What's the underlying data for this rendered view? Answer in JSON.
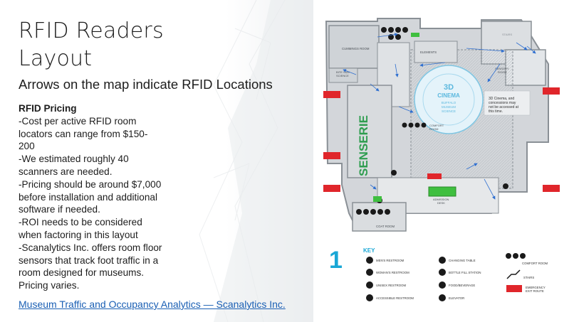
{
  "slide": {
    "title_line1": "RFID Readers",
    "title_line2": "Layout",
    "subtitle": "Arrows on the map indicate RFID Locations",
    "body_heading": "RFID Pricing",
    "body_lines": [
      "-Cost per active RFID room",
      "locators can range from $150-",
      "200",
      "-We estimated roughly 40",
      "scanners are needed.",
      "-Pricing should be around $7,000",
      "before installation and additional",
      "software if needed.",
      "-ROI needs to be considered",
      "when factoring in this layout",
      "-Scanalytics Inc. offers room floor",
      "sensors that track foot traffic in a",
      "room designed for museums.",
      "Pricing varies."
    ],
    "link_text": "Museum Traffic and Occupancy Analytics — Scanalytics Inc."
  },
  "map": {
    "rooms": {
      "cummings": "CUMMINGS ROOM",
      "bite_size_1": "BITE SIZE",
      "bite_size_2": "SCIENCE",
      "elements": "ELEMENTS",
      "cinema_1": "3D",
      "cinema_2": "CINEMA",
      "cinema_3": "BUFFALO",
      "cinema_4": "MUSEUM",
      "cinema_5": "SCIENCE",
      "comfort": "COMFORT",
      "comfort_2": "ROOM",
      "admission_1": "ADMISSION",
      "admission_2": "DESK",
      "coat": "COAT ROOM",
      "exhibit": "SENSERIE",
      "sensory_1": "SENSORY",
      "sensory_2": "ROOM",
      "stairs_room": "STAIRS"
    },
    "note_lines": [
      "3D Cinema, and",
      "concessions may",
      "not be accessed at",
      "this time."
    ],
    "floor_number": "1",
    "key_title": "KEY",
    "key": {
      "mens": "MEN'S RESTROOM",
      "womens": "WOMAN'S RESTROOM",
      "unisex": "UNISEX RESTROOM",
      "accessible": "ACCESSIBLE RESTROOM",
      "changing": "CHANGING TABLE",
      "bottle": "BOTTLE FILL STATION",
      "food": "FOOD/BEVERAGE",
      "elevator": "ELEVATOR",
      "comfort": "COMFORT ROOM",
      "stairs": "STAIRS",
      "exit_1": "EMERGENCY",
      "exit_2": "EXIT ROUTE"
    },
    "colors": {
      "floor": "#c9cdd1",
      "wall": "#8a9096",
      "accent_cyan": "#19a7d6",
      "exit_red": "#e0262b",
      "green": "#3fbf3f",
      "arrow_blue": "#2f6fd0",
      "exhibit_green": "#2e9d4f",
      "exhibit_blue": "#1f6fb8"
    },
    "icons": [
      "mens-restroom-icon",
      "womens-restroom-icon",
      "unisex-restroom-icon",
      "accessible-restroom-icon",
      "changing-table-icon",
      "bottle-fill-icon",
      "food-beverage-icon",
      "elevator-icon",
      "comfort-room-icon",
      "stairs-icon",
      "emergency-exit-icon"
    ]
  }
}
